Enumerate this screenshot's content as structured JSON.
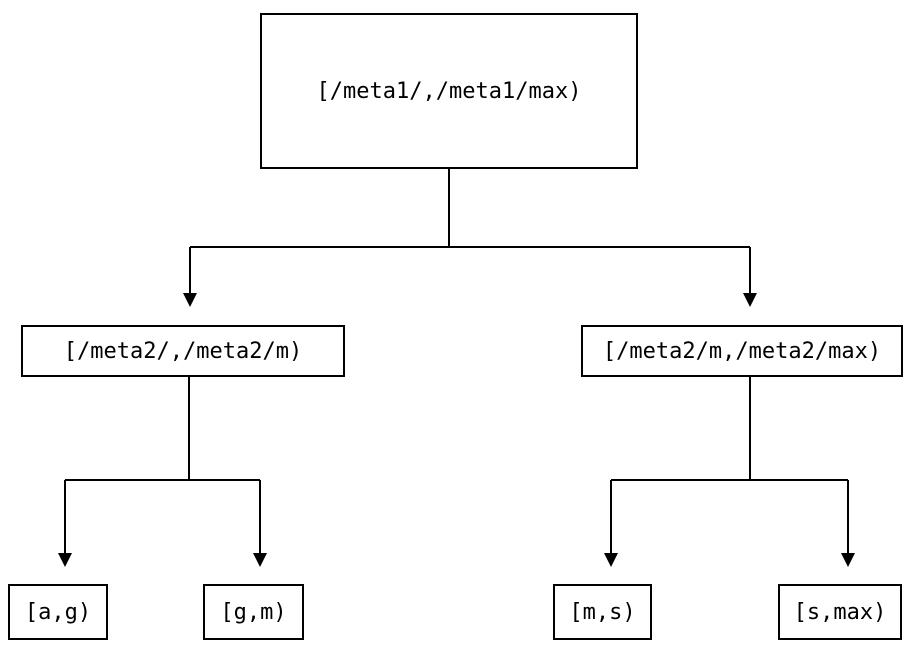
{
  "diagram": {
    "type": "tree",
    "nodes": {
      "root": {
        "label": "[/meta1/,/meta1/max)"
      },
      "left": {
        "label": "[/meta2/,/meta2/m)"
      },
      "right": {
        "label": "[/meta2/m,/meta2/max)"
      },
      "leaf_ag": {
        "label": "[a,g)"
      },
      "leaf_gm": {
        "label": "[g,m)"
      },
      "leaf_ms": {
        "label": "[m,s)"
      },
      "leaf_smax": {
        "label": "[s,max)"
      }
    },
    "edges": [
      {
        "from": "root",
        "to": "left"
      },
      {
        "from": "root",
        "to": "right"
      },
      {
        "from": "left",
        "to": "leaf_ag"
      },
      {
        "from": "left",
        "to": "leaf_gm"
      },
      {
        "from": "right",
        "to": "leaf_ms"
      },
      {
        "from": "right",
        "to": "leaf_smax"
      }
    ],
    "colors": {
      "stroke": "#000000",
      "text": "#000000",
      "background": "#ffffff"
    }
  }
}
